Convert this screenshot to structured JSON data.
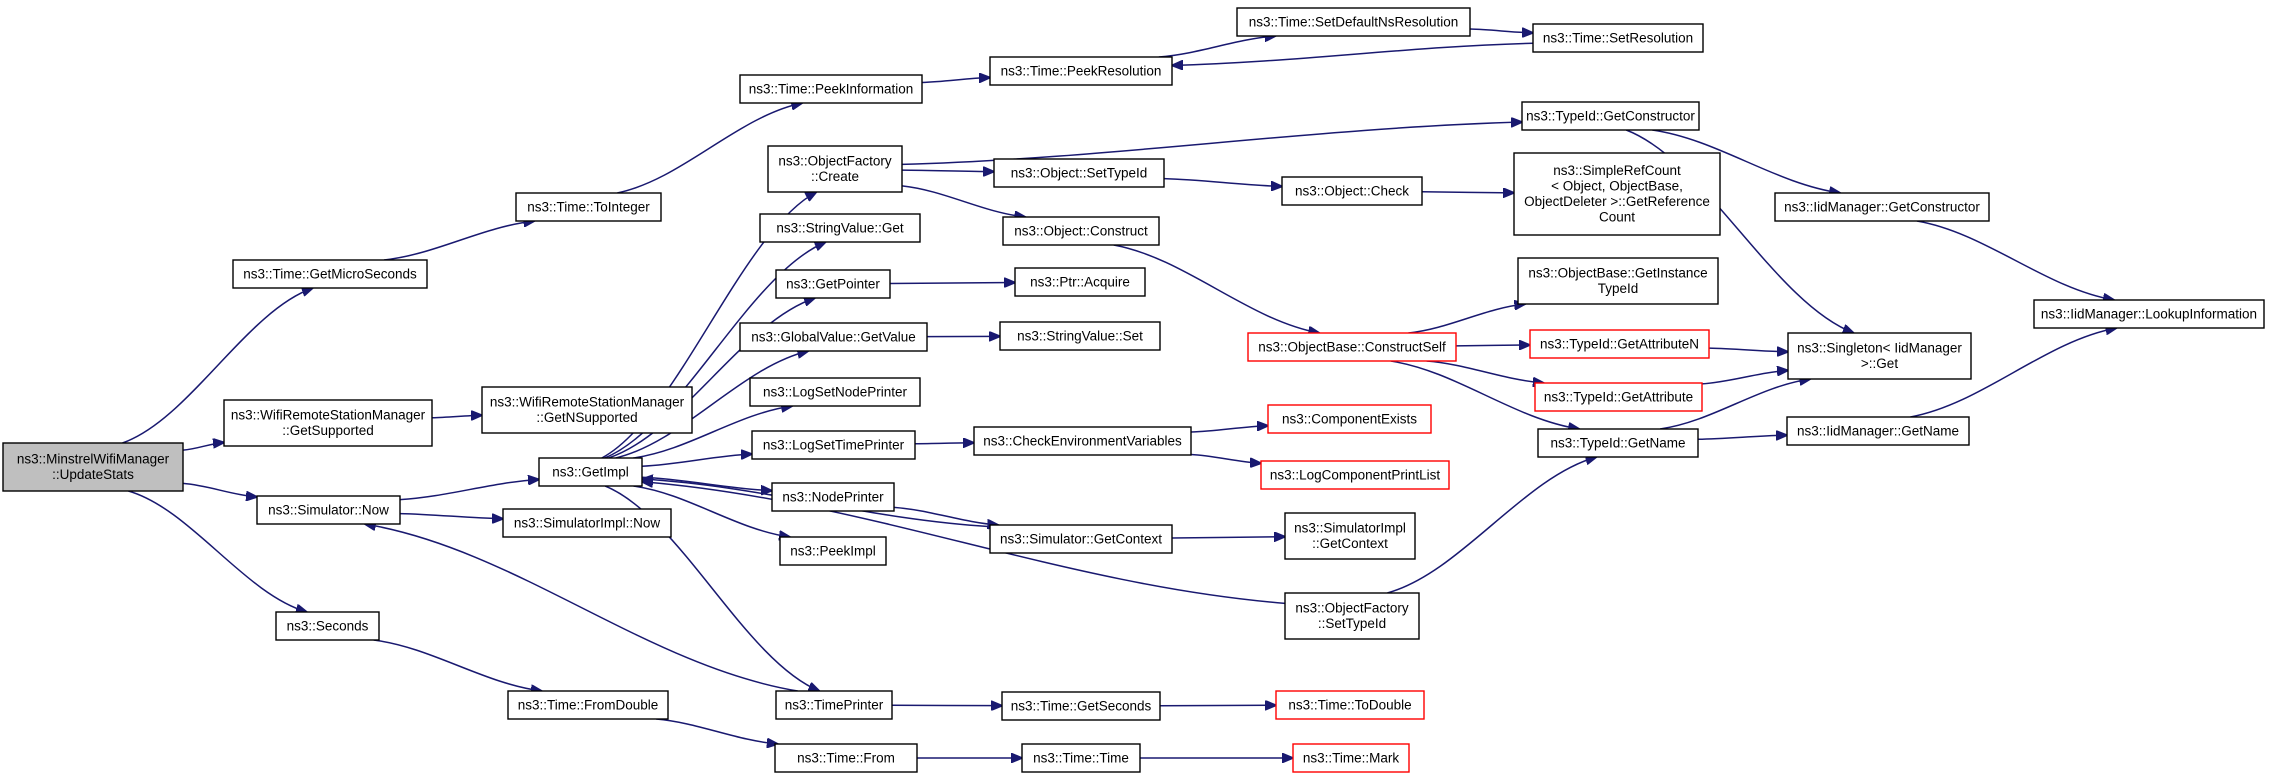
{
  "graph": {
    "colors": {
      "edge": "#191970",
      "node_border": "#000000",
      "truncated_border": "#ff0000",
      "root_fill": "#bfbfbf",
      "background": "#ffffff"
    },
    "nodes": [
      {
        "id": "root",
        "lines": [
          "ns3::MinstrelWifiManager",
          "::UpdateStats"
        ],
        "style": "root"
      },
      {
        "id": "getMicro",
        "lines": [
          "ns3::Time::GetMicroSeconds"
        ]
      },
      {
        "id": "toInteger",
        "lines": [
          "ns3::Time::ToInteger"
        ]
      },
      {
        "id": "peekInfo",
        "lines": [
          "ns3::Time::PeekInformation"
        ]
      },
      {
        "id": "peekRes",
        "lines": [
          "ns3::Time::PeekResolution"
        ]
      },
      {
        "id": "setDefNs",
        "lines": [
          "ns3::Time::SetDefaultNsResolution"
        ]
      },
      {
        "id": "setRes",
        "lines": [
          "ns3::Time::SetResolution"
        ]
      },
      {
        "id": "wrsmGetSup",
        "lines": [
          "ns3::WifiRemoteStationManager",
          "::GetSupported"
        ]
      },
      {
        "id": "wrsmGetNSup",
        "lines": [
          "ns3::WifiRemoteStationManager",
          "::GetNSupported"
        ]
      },
      {
        "id": "simNow",
        "lines": [
          "ns3::Simulator::Now"
        ]
      },
      {
        "id": "simImplNow",
        "lines": [
          "ns3::SimulatorImpl::Now"
        ]
      },
      {
        "id": "getImpl",
        "lines": [
          "ns3::GetImpl"
        ]
      },
      {
        "id": "seconds",
        "lines": [
          "ns3::Seconds"
        ]
      },
      {
        "id": "fromDouble",
        "lines": [
          "ns3::Time::FromDouble"
        ]
      },
      {
        "id": "timeFrom",
        "lines": [
          "ns3::Time::From"
        ]
      },
      {
        "id": "objFactCreate",
        "lines": [
          "ns3::ObjectFactory",
          "::Create"
        ]
      },
      {
        "id": "strValGet",
        "lines": [
          "ns3::StringValue::Get"
        ]
      },
      {
        "id": "getPointer",
        "lines": [
          "ns3::GetPointer"
        ]
      },
      {
        "id": "gvGetValue",
        "lines": [
          "ns3::GlobalValue::GetValue"
        ]
      },
      {
        "id": "logSetNode",
        "lines": [
          "ns3::LogSetNodePrinter"
        ]
      },
      {
        "id": "logSetTime",
        "lines": [
          "ns3::LogSetTimePrinter"
        ]
      },
      {
        "id": "nodePrinter",
        "lines": [
          "ns3::NodePrinter"
        ]
      },
      {
        "id": "peekImpl",
        "lines": [
          "ns3::PeekImpl"
        ]
      },
      {
        "id": "timePrinter",
        "lines": [
          "ns3::TimePrinter"
        ]
      },
      {
        "id": "objSetTypeId",
        "lines": [
          "ns3::Object::SetTypeId"
        ]
      },
      {
        "id": "objConstruct",
        "lines": [
          "ns3::Object::Construct"
        ]
      },
      {
        "id": "ptrAcquire",
        "lines": [
          "ns3::Ptr::Acquire"
        ]
      },
      {
        "id": "strValSet",
        "lines": [
          "ns3::StringValue::Set"
        ]
      },
      {
        "id": "checkEnv",
        "lines": [
          "ns3::CheckEnvironmentVariables"
        ]
      },
      {
        "id": "simGetCtx",
        "lines": [
          "ns3::Simulator::GetContext"
        ]
      },
      {
        "id": "timeGetSec",
        "lines": [
          "ns3::Time::GetSeconds"
        ]
      },
      {
        "id": "timeTime",
        "lines": [
          "ns3::Time::Time"
        ]
      },
      {
        "id": "typeIdGetCons",
        "lines": [
          "ns3::TypeId::GetConstructor"
        ]
      },
      {
        "id": "objCheck",
        "lines": [
          "ns3::Object::Check"
        ]
      },
      {
        "id": "simpleRef",
        "lines": [
          "ns3::SimpleRefCount",
          "< Object, ObjectBase,",
          "ObjectDeleter >::GetReference",
          "Count"
        ]
      },
      {
        "id": "obGetInst",
        "lines": [
          "ns3::ObjectBase::GetInstance",
          "TypeId"
        ]
      },
      {
        "id": "obConstructSelf",
        "lines": [
          "ns3::ObjectBase::ConstructSelf"
        ],
        "style": "truncated"
      },
      {
        "id": "compExists",
        "lines": [
          "ns3::ComponentExists"
        ],
        "style": "truncated"
      },
      {
        "id": "logCompPrint",
        "lines": [
          "ns3::LogComponentPrintList"
        ],
        "style": "truncated"
      },
      {
        "id": "simImplGetCtx",
        "lines": [
          "ns3::SimulatorImpl",
          "::GetContext"
        ]
      },
      {
        "id": "ofSetTypeId",
        "lines": [
          "ns3::ObjectFactory",
          "::SetTypeId"
        ]
      },
      {
        "id": "timeToDouble",
        "lines": [
          "ns3::Time::ToDouble"
        ],
        "style": "truncated"
      },
      {
        "id": "timeMark",
        "lines": [
          "ns3::Time::Mark"
        ],
        "style": "truncated"
      },
      {
        "id": "typeIdGetAttrN",
        "lines": [
          "ns3::TypeId::GetAttributeN"
        ],
        "style": "truncated"
      },
      {
        "id": "typeIdGetAttr",
        "lines": [
          "ns3::TypeId::GetAttribute"
        ],
        "style": "truncated"
      },
      {
        "id": "typeIdGetName",
        "lines": [
          "ns3::TypeId::GetName"
        ]
      },
      {
        "id": "iidGetCons",
        "lines": [
          "ns3::IidManager::GetConstructor"
        ]
      },
      {
        "id": "singletonGet",
        "lines": [
          "ns3::Singleton< IidManager",
          ">::Get"
        ]
      },
      {
        "id": "iidGetName",
        "lines": [
          "ns3::IidManager::GetName"
        ]
      },
      {
        "id": "iidLookup",
        "lines": [
          "ns3::IidManager::LookupInformation"
        ]
      }
    ],
    "edges": [
      [
        "root",
        "getMicro"
      ],
      [
        "root",
        "wrsmGetSup"
      ],
      [
        "root",
        "simNow"
      ],
      [
        "root",
        "seconds"
      ],
      [
        "getMicro",
        "toInteger"
      ],
      [
        "toInteger",
        "peekInfo"
      ],
      [
        "peekInfo",
        "peekRes"
      ],
      [
        "peekRes",
        "setDefNs"
      ],
      [
        "setDefNs",
        "setRes"
      ],
      [
        "setRes",
        "peekRes"
      ],
      [
        "wrsmGetSup",
        "wrsmGetNSup"
      ],
      [
        "simNow",
        "getImpl"
      ],
      [
        "simNow",
        "simImplNow"
      ],
      [
        "seconds",
        "fromDouble"
      ],
      [
        "fromDouble",
        "timeFrom"
      ],
      [
        "timeFrom",
        "timeTime"
      ],
      [
        "timeTime",
        "timeMark"
      ],
      [
        "getImpl",
        "objFactCreate"
      ],
      [
        "getImpl",
        "strValGet"
      ],
      [
        "getImpl",
        "getPointer"
      ],
      [
        "getImpl",
        "gvGetValue"
      ],
      [
        "getImpl",
        "logSetNode"
      ],
      [
        "getImpl",
        "logSetTime"
      ],
      [
        "getImpl",
        "nodePrinter"
      ],
      [
        "getImpl",
        "peekImpl"
      ],
      [
        "getImpl",
        "timePrinter"
      ],
      [
        "objFactCreate",
        "typeIdGetCons"
      ],
      [
        "objFactCreate",
        "objSetTypeId"
      ],
      [
        "objFactCreate",
        "objConstruct"
      ],
      [
        "getPointer",
        "ptrAcquire"
      ],
      [
        "gvGetValue",
        "strValSet"
      ],
      [
        "logSetTime",
        "checkEnv"
      ],
      [
        "checkEnv",
        "compExists"
      ],
      [
        "checkEnv",
        "logCompPrint"
      ],
      [
        "nodePrinter",
        "simGetCtx"
      ],
      [
        "simGetCtx",
        "simImplGetCtx"
      ],
      [
        "simGetCtx",
        "getImpl"
      ],
      [
        "timePrinter",
        "timeGetSec"
      ],
      [
        "timePrinter",
        "simNow"
      ],
      [
        "timeGetSec",
        "timeToDouble"
      ],
      [
        "objSetTypeId",
        "objCheck"
      ],
      [
        "objCheck",
        "simpleRef"
      ],
      [
        "objConstruct",
        "obConstructSelf"
      ],
      [
        "obConstructSelf",
        "obGetInst"
      ],
      [
        "obConstructSelf",
        "typeIdGetAttrN"
      ],
      [
        "obConstructSelf",
        "typeIdGetAttr"
      ],
      [
        "obConstructSelf",
        "typeIdGetName"
      ],
      [
        "ofSetTypeId",
        "typeIdGetName"
      ],
      [
        "ofSetTypeId",
        "getImpl"
      ],
      [
        "typeIdGetCons",
        "iidGetCons"
      ],
      [
        "typeIdGetCons",
        "singletonGet"
      ],
      [
        "typeIdGetAttrN",
        "singletonGet"
      ],
      [
        "typeIdGetAttr",
        "singletonGet"
      ],
      [
        "typeIdGetName",
        "singletonGet"
      ],
      [
        "typeIdGetName",
        "iidGetName"
      ],
      [
        "iidGetCons",
        "iidLookup"
      ],
      [
        "iidGetName",
        "iidLookup"
      ]
    ]
  }
}
